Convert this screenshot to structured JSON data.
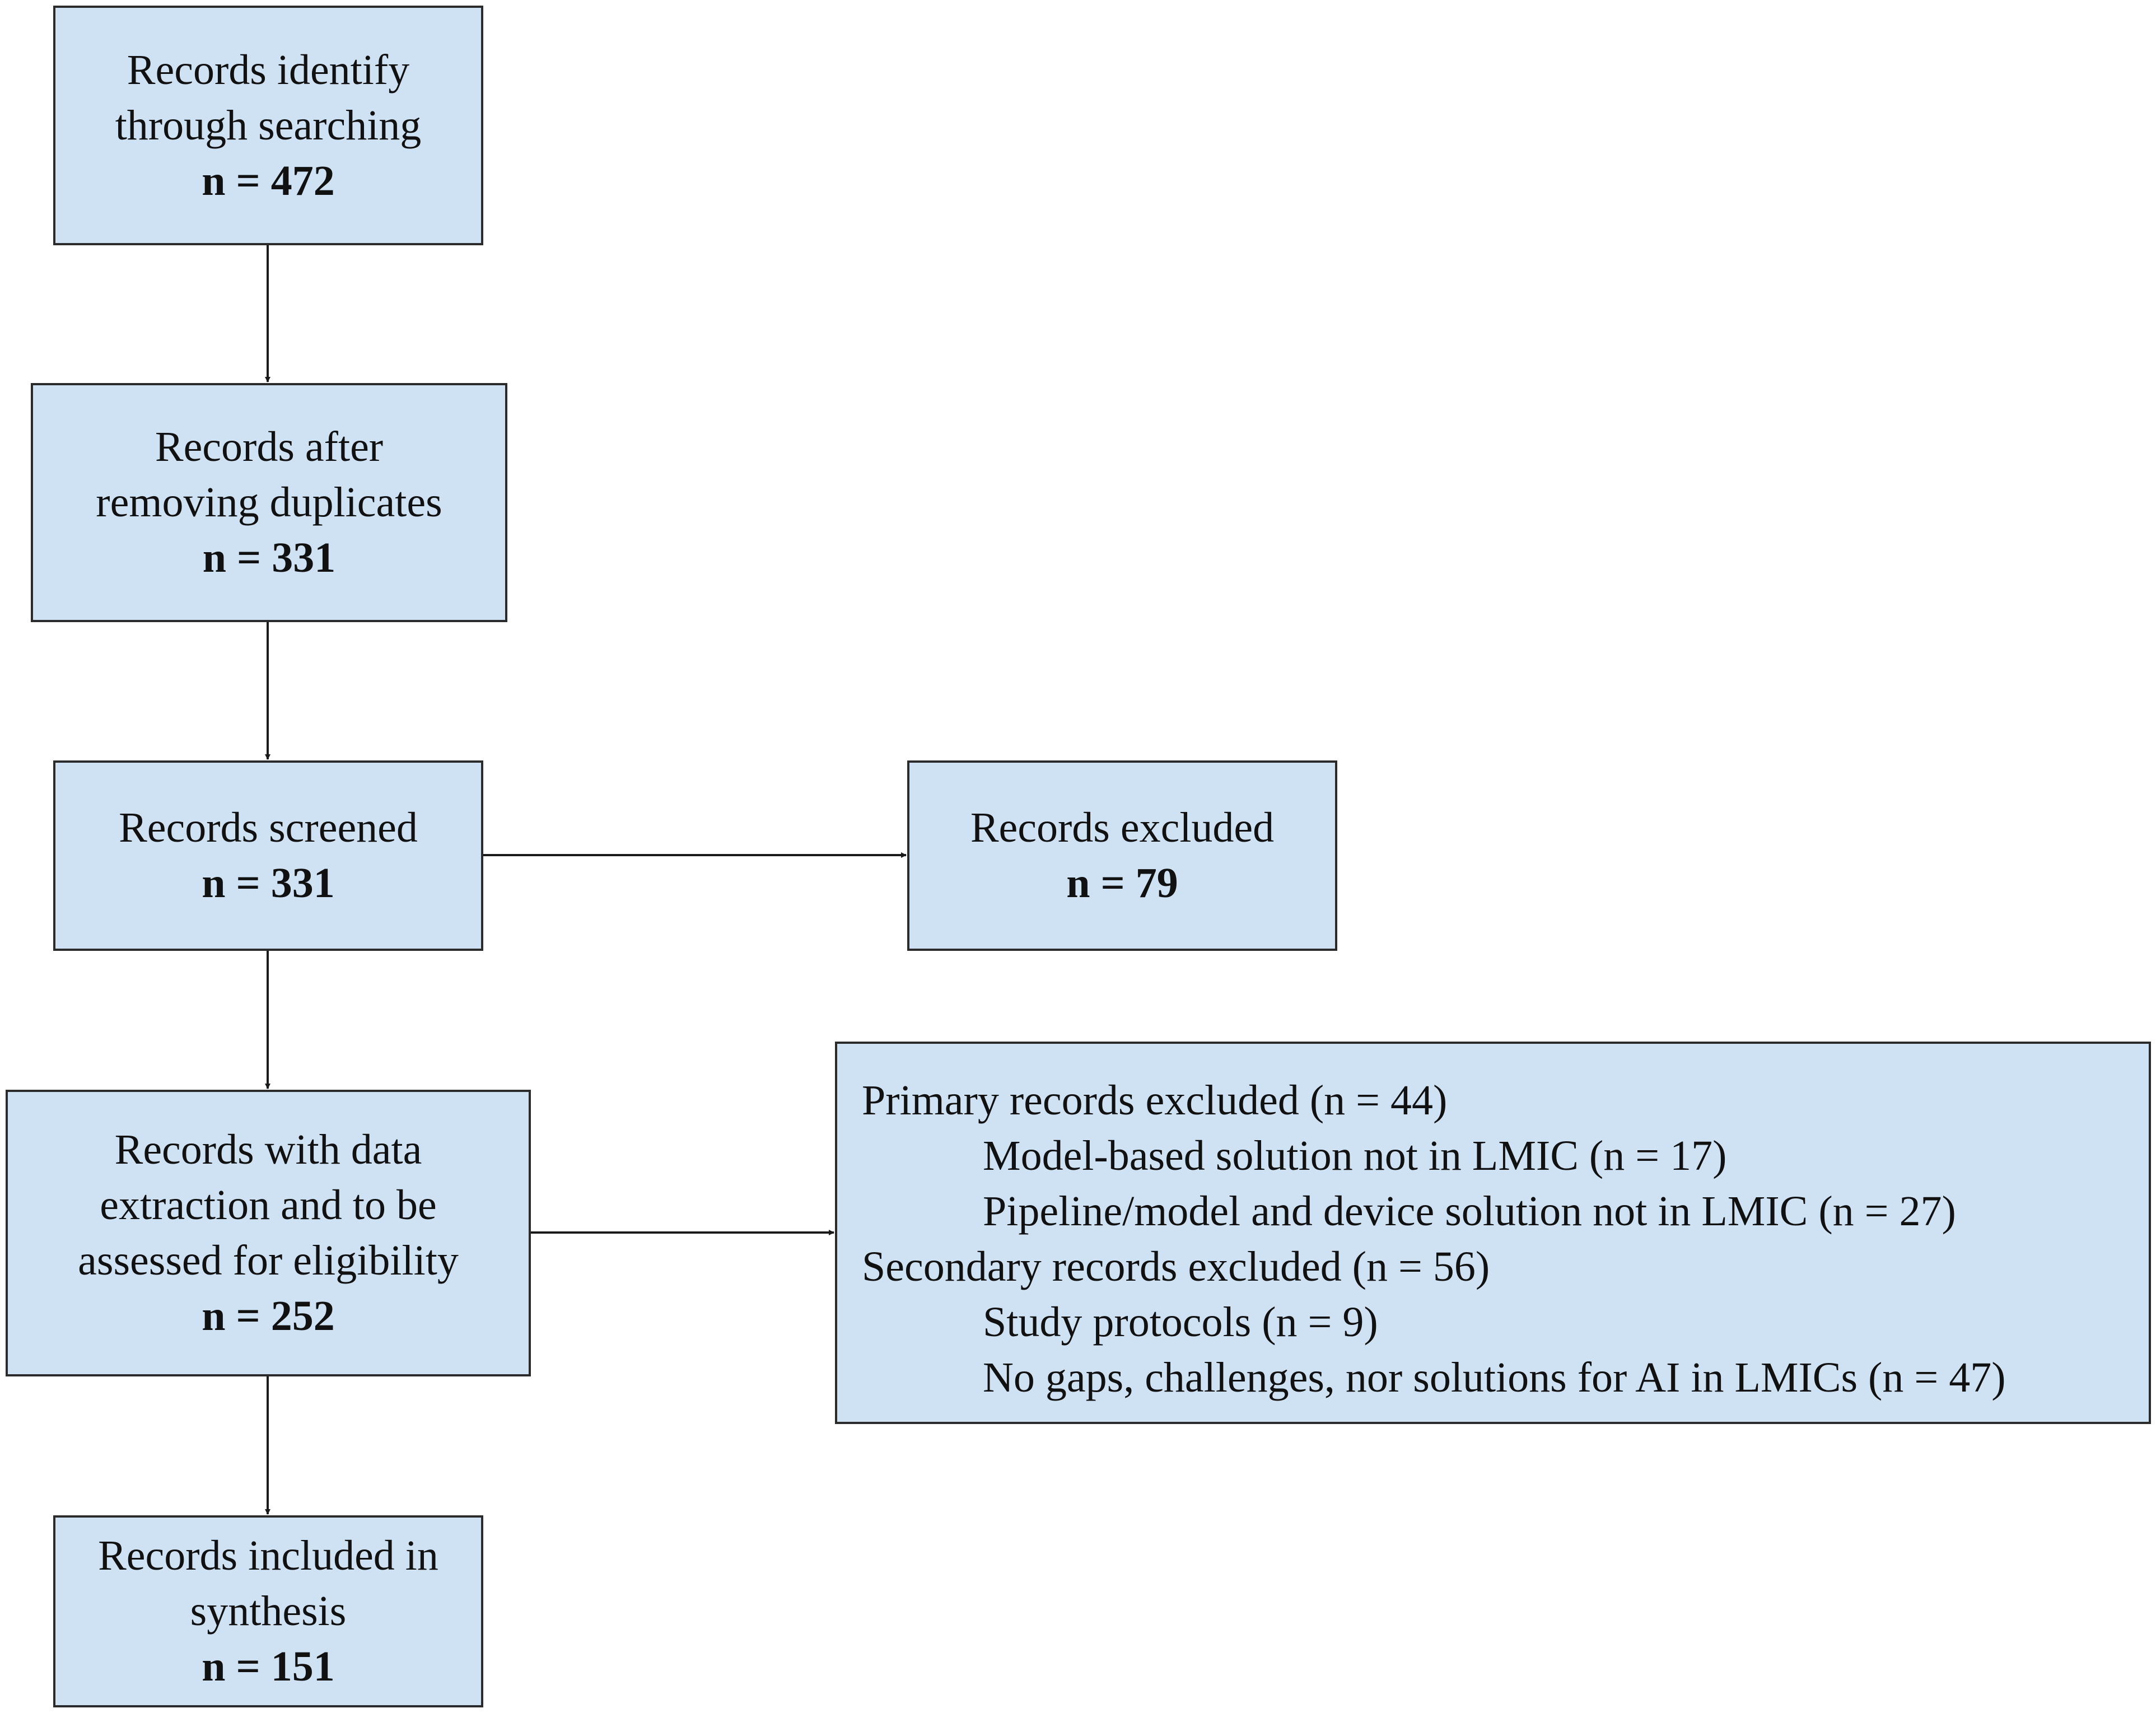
{
  "boxes": {
    "identified": {
      "lines": [
        "Records identify",
        "through searching"
      ],
      "count": "n = 472"
    },
    "deduplicated": {
      "lines": [
        "Records after",
        "removing duplicates"
      ],
      "count": "n = 331"
    },
    "screened": {
      "lines": [
        "Records screened"
      ],
      "count": "n = 331"
    },
    "excluded": {
      "lines": [
        "Records excluded"
      ],
      "count": "n = 79"
    },
    "assessed": {
      "lines": [
        "Records with data",
        "extraction and to be",
        "assessed for eligibility"
      ],
      "count": "n = 252"
    },
    "included": {
      "lines": [
        "Records included in",
        "synthesis"
      ],
      "count": "n = 151"
    }
  },
  "exclusions": {
    "primary": {
      "heading": "Primary records excluded (n = 44)",
      "items": [
        "Model-based solution not in LMIC (n = 17)",
        "Pipeline/model and device solution not in LMIC (n = 27)"
      ]
    },
    "secondary": {
      "heading": "Secondary records excluded (n = 56)",
      "items": [
        "Study protocols (n = 9)",
        "No gaps, challenges, nor solutions for AI in LMICs (n = 47)"
      ]
    }
  }
}
